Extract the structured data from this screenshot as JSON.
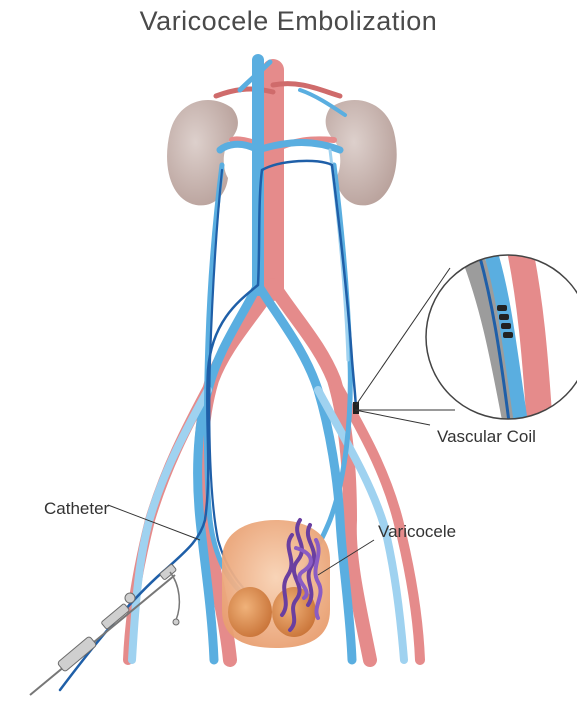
{
  "title": "Varicocele Embolization",
  "labels": {
    "vascular_coil": "Vascular Coil",
    "catheter": "Catheter",
    "varicocele": "Varicocele"
  },
  "colors": {
    "artery": "#e58b8b",
    "artery_dark": "#cf6b6b",
    "vein": "#5aaee0",
    "vein_light": "#9fd2f0",
    "catheter": "#1f5fa8",
    "kidney": "#c9b3ae",
    "scrotum": "#f2b58c",
    "testis": "#d98a4a",
    "varicocele": "#6a3fa0",
    "text": "#333333"
  }
}
